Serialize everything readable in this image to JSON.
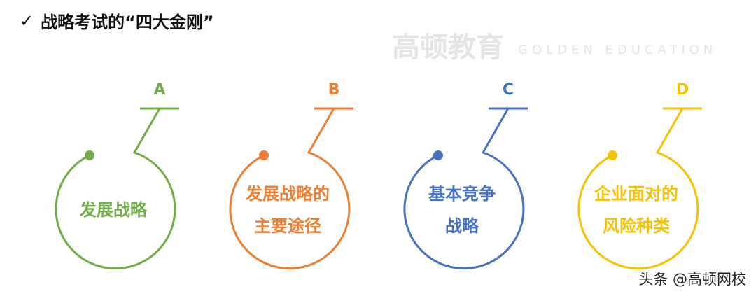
{
  "title": {
    "check_icon": "✓",
    "text": "战略考试的“四大金刚”"
  },
  "watermark": {
    "cn": "高顿教育",
    "en": "GOLDEN EDUCATION"
  },
  "items": [
    {
      "letter": "A",
      "lines": [
        "发展战略"
      ],
      "color": "#70ad47"
    },
    {
      "letter": "B",
      "lines": [
        "发展战略的",
        "主要途径"
      ],
      "color": "#ed7d31"
    },
    {
      "letter": "C",
      "lines": [
        "基本竞争",
        "战略"
      ],
      "color": "#4472c4"
    },
    {
      "letter": "D",
      "lines": [
        "企业面对的",
        "风险种类"
      ],
      "color": "#f5c100"
    }
  ],
  "footer": "头条 @高顿网校"
}
